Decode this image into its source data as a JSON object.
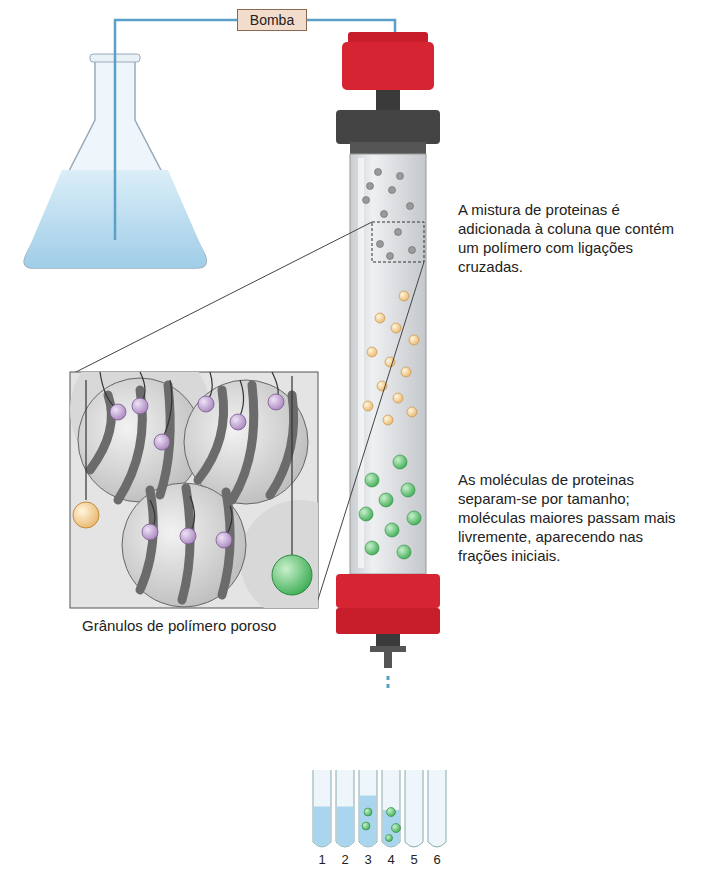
{
  "diagram": {
    "nodes": [
      {
        "text": [
          "Bomba"
        ]
      }
    ],
    "labels": [
      "A mistura de proteinas é adicionada à coluna que contém um polímero com ligações cruzadas.",
      "As moléculas de proteinas separam-se por tamanho; moléculas maiores passam mais livremente, aparecendo nas frações iniciais.",
      "Grânulos de polímero poroso",
      "1",
      "2",
      "3",
      "4",
      "5",
      "6"
    ]
  }
}
